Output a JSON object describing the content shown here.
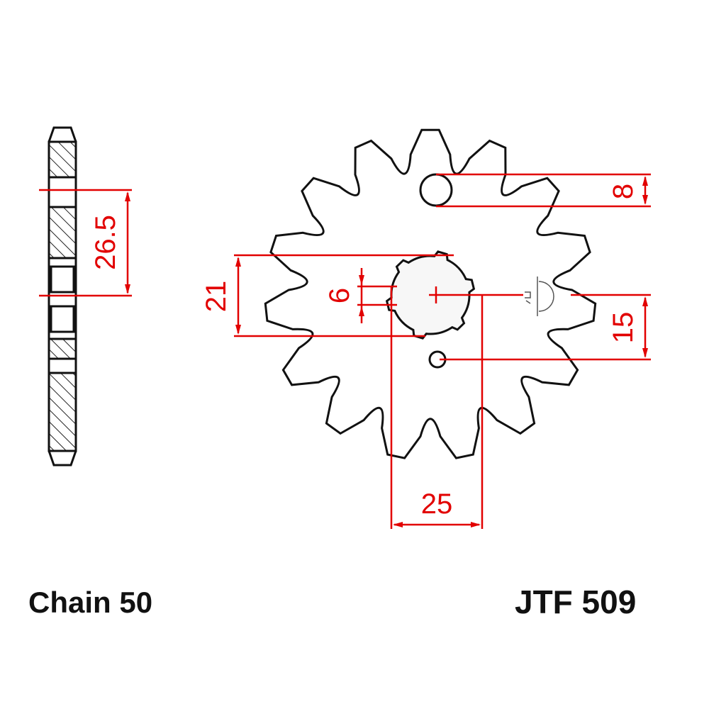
{
  "title": "JTF 509",
  "chain": "Chain 50",
  "teeth": 15,
  "colors": {
    "outline": "#111111",
    "dimension": "#e20000"
  },
  "dimensions": {
    "tooth_width": "26.5",
    "bolt_hole_dia": "8",
    "spline_inner": "21",
    "spline_width": "6",
    "hole_offset": "15",
    "spline_outer": "25"
  }
}
